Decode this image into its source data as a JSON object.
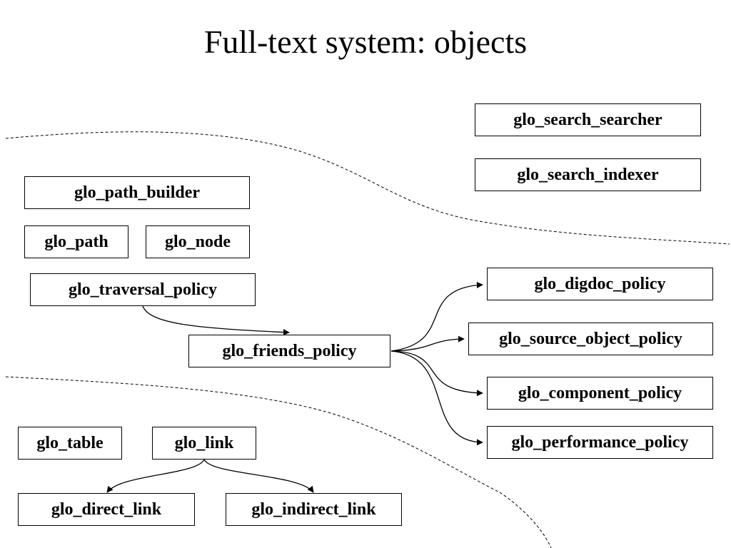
{
  "slide": {
    "title": "Full-text system: objects"
  },
  "objects": {
    "glo_search_searcher": "glo_search_searcher",
    "glo_search_indexer": "glo_search_indexer",
    "glo_path_builder": "glo_path_builder",
    "glo_path": "glo_path",
    "glo_node": "glo_node",
    "glo_traversal_policy": "glo_traversal_policy",
    "glo_friends_policy": "glo_friends_policy",
    "glo_digdoc_policy": "glo_digdoc_policy",
    "glo_source_object_policy": "glo_source_object_policy",
    "glo_component_policy": "glo_component_policy",
    "glo_performance_policy": "glo_performance_policy",
    "glo_table": "glo_table",
    "glo_link": "glo_link",
    "glo_direct_link": "glo_direct_link",
    "glo_indirect_link": "glo_indirect_link"
  },
  "colors": {
    "line": "#000000",
    "background": "#ffffff"
  }
}
